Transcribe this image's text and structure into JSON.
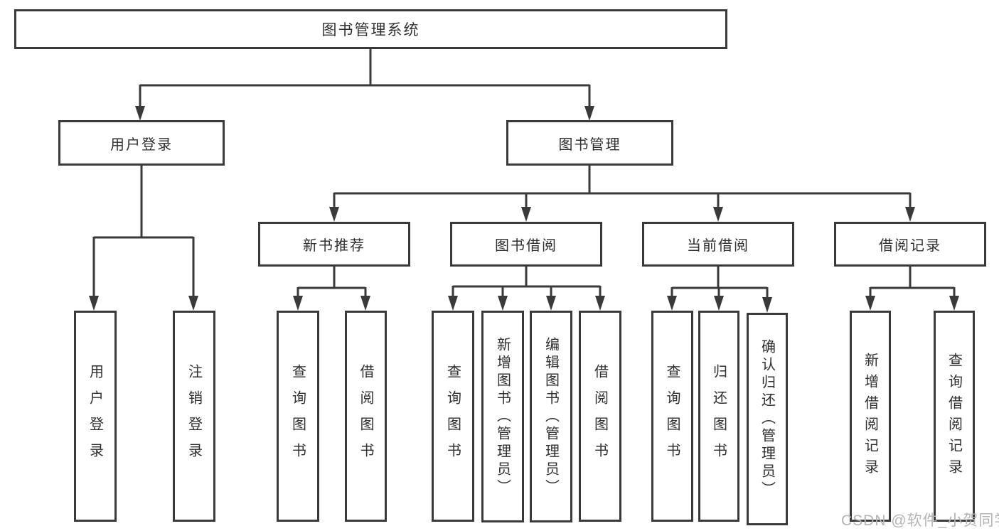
{
  "diagram_title": "图书管理系统",
  "tree": {
    "label": "图书管理系统",
    "children": [
      {
        "label": "用户登录",
        "children": [
          {
            "label": "用户登录"
          },
          {
            "label": "注销登录"
          }
        ]
      },
      {
        "label": "图书管理",
        "children": [
          {
            "label": "新书推荐",
            "children": [
              {
                "label": "查询图书"
              },
              {
                "label": "借阅图书"
              }
            ]
          },
          {
            "label": "图书借阅",
            "children": [
              {
                "label": "查询图书"
              },
              {
                "label": "新增图书（管理员）"
              },
              {
                "label": "编辑图书（管理员）"
              },
              {
                "label": "借阅图书"
              }
            ]
          },
          {
            "label": "当前借阅",
            "children": [
              {
                "label": "查询图书"
              },
              {
                "label": "归还图书"
              },
              {
                "label": "确认归还（管理员）"
              }
            ]
          },
          {
            "label": "借阅记录",
            "children": [
              {
                "label": "新增借阅记录"
              },
              {
                "label": "查询借阅记录"
              }
            ]
          }
        ]
      }
    ]
  },
  "watermark": {
    "text": "CSDN @软件_小贺同学"
  },
  "colors": {
    "line": "#3a3a3a",
    "box_border": "#3a3a3a",
    "text": "#2f2f2f",
    "watermark": "#b4b4b4",
    "background": "#ffffff"
  }
}
